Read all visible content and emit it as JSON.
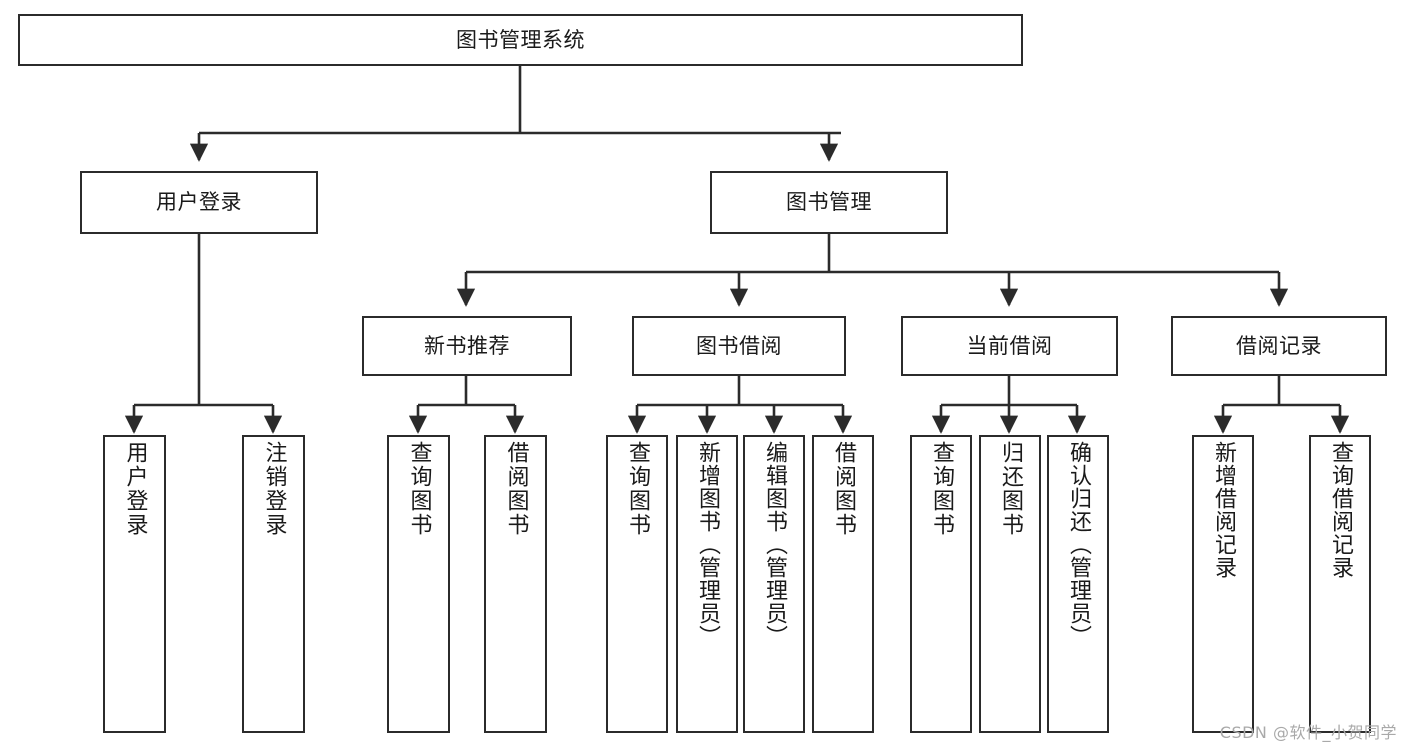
{
  "diagram": {
    "type": "tree-hierarchy",
    "title": "图书管理系统",
    "orientation": "top-down",
    "edge_color": "#2b2b2b",
    "node_border_color": "#2b2b2b",
    "node_fill_color": "#ffffff",
    "text_color": "#1a1a1a"
  },
  "nodes": {
    "root": {
      "label": "图书管理系统",
      "level": 1
    },
    "level2": [
      {
        "id": "user-login",
        "label": "用户登录",
        "level": 2
      },
      {
        "id": "book-manage",
        "label": "图书管理",
        "level": 2
      }
    ],
    "level3": [
      {
        "id": "new-book-recommend",
        "label": "新书推荐",
        "level": 3,
        "parent": "book-manage"
      },
      {
        "id": "book-borrow",
        "label": "图书借阅",
        "level": 3,
        "parent": "book-manage"
      },
      {
        "id": "current-borrow",
        "label": "当前借阅",
        "level": 3,
        "parent": "book-manage"
      },
      {
        "id": "borrow-record",
        "label": "借阅记录",
        "level": 3,
        "parent": "book-manage"
      }
    ],
    "leaves": [
      {
        "id": "leaf-user-login",
        "label": "用户登录",
        "parent": "user-login"
      },
      {
        "id": "leaf-logout-login",
        "label": "注销登录",
        "parent": "user-login"
      },
      {
        "id": "leaf-query-book-1",
        "label": "查询图书",
        "parent": "new-book-recommend"
      },
      {
        "id": "leaf-borrow-book-1",
        "label": "借阅图书",
        "parent": "new-book-recommend"
      },
      {
        "id": "leaf-query-book-2",
        "label": "查询图书",
        "parent": "book-borrow"
      },
      {
        "id": "leaf-add-book",
        "label": "新增图书（管理员）",
        "parent": "book-borrow"
      },
      {
        "id": "leaf-edit-book",
        "label": "编辑图书（管理员）",
        "parent": "book-borrow"
      },
      {
        "id": "leaf-borrow-book-2",
        "label": "借阅图书",
        "parent": "book-borrow"
      },
      {
        "id": "leaf-query-book-3",
        "label": "查询图书",
        "parent": "current-borrow"
      },
      {
        "id": "leaf-return-book",
        "label": "归还图书",
        "parent": "current-borrow"
      },
      {
        "id": "leaf-confirm-return",
        "label": "确认归还（管理员）",
        "parent": "current-borrow"
      },
      {
        "id": "leaf-add-record",
        "label": "新增借阅记录",
        "parent": "borrow-record"
      },
      {
        "id": "leaf-query-record",
        "label": "查询借阅记录",
        "parent": "borrow-record"
      }
    ]
  },
  "watermark": {
    "text": "CSDN @软件_小贺同学"
  }
}
